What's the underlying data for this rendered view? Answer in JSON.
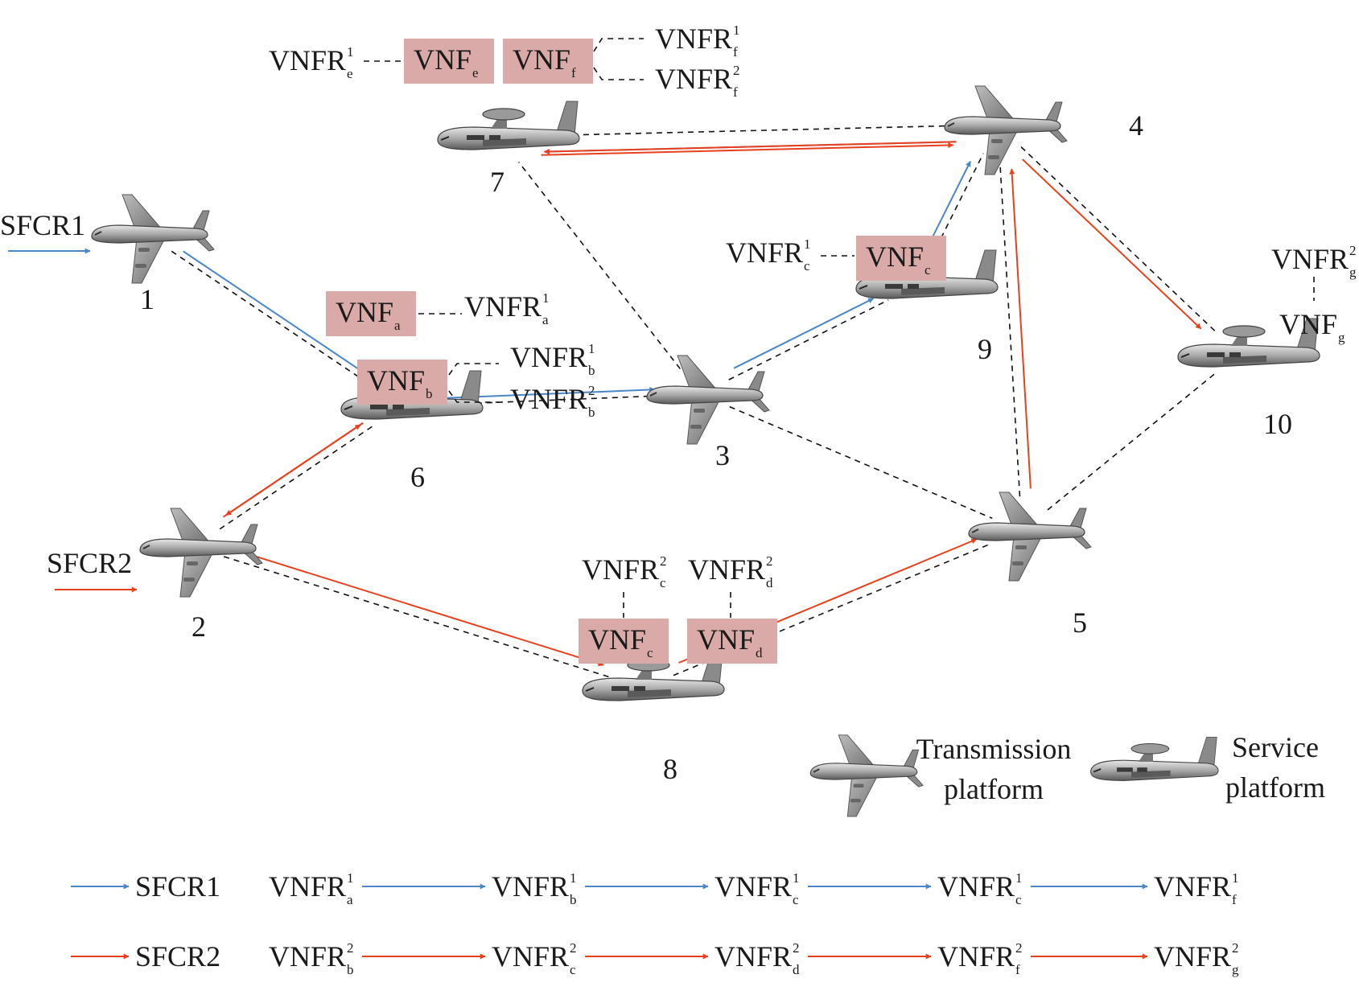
{
  "colors": {
    "sfcr1": "#4a86c8",
    "sfcr2": "#e8401c",
    "vnf_box": "#d9aaa8",
    "link": "#111111"
  },
  "icons": {
    "transmission": "transmission-aircraft-icon",
    "service": "service-aircraft-awacs-icon"
  },
  "nodes": [
    {
      "id": "1",
      "kind": "transmission"
    },
    {
      "id": "2",
      "kind": "transmission"
    },
    {
      "id": "3",
      "kind": "transmission"
    },
    {
      "id": "4",
      "kind": "transmission"
    },
    {
      "id": "5",
      "kind": "transmission"
    },
    {
      "id": "6",
      "kind": "service"
    },
    {
      "id": "7",
      "kind": "service"
    },
    {
      "id": "8",
      "kind": "service"
    },
    {
      "id": "9",
      "kind": "service"
    },
    {
      "id": "10",
      "kind": "service"
    }
  ],
  "inputs": [
    {
      "label": "SFCR1",
      "chain": "sfcr1",
      "to": "1"
    },
    {
      "label": "SFCR2",
      "chain": "sfcr2",
      "to": "2"
    }
  ],
  "links": [
    [
      "1",
      "6"
    ],
    [
      "2",
      "6"
    ],
    [
      "2",
      "8"
    ],
    [
      "6",
      "3"
    ],
    [
      "3",
      "7"
    ],
    [
      "3",
      "9"
    ],
    [
      "3",
      "5"
    ],
    [
      "7",
      "4"
    ],
    [
      "9",
      "4"
    ],
    [
      "4",
      "5"
    ],
    [
      "4",
      "10"
    ],
    [
      "10",
      "5"
    ],
    [
      "8",
      "5"
    ]
  ],
  "chains": {
    "sfcr1": [
      [
        "1",
        "6"
      ],
      [
        "6",
        "3"
      ],
      [
        "3",
        "9"
      ],
      [
        "9",
        "4"
      ],
      [
        "4",
        "7"
      ]
    ],
    "sfcr2": [
      [
        "2",
        "6"
      ],
      [
        "6",
        "2"
      ],
      [
        "2",
        "8"
      ],
      [
        "8",
        "5"
      ],
      [
        "5",
        "4"
      ],
      [
        "7",
        "4"
      ],
      [
        "4",
        "7"
      ],
      [
        "4",
        "10"
      ]
    ]
  },
  "vnfs": [
    {
      "name": "VNF",
      "sub": "e",
      "node": "7",
      "requests": [
        {
          "name": "VNFR",
          "sup": "1",
          "sub": "e"
        }
      ]
    },
    {
      "name": "VNF",
      "sub": "f",
      "node": "7",
      "requests": [
        {
          "name": "VNFR",
          "sup": "1",
          "sub": "f"
        },
        {
          "name": "VNFR",
          "sup": "2",
          "sub": "f"
        }
      ]
    },
    {
      "name": "VNF",
      "sub": "a",
      "node": "6",
      "requests": [
        {
          "name": "VNFR",
          "sup": "1",
          "sub": "a"
        }
      ]
    },
    {
      "name": "VNF",
      "sub": "b",
      "node": "6",
      "requests": [
        {
          "name": "VNFR",
          "sup": "1",
          "sub": "b"
        },
        {
          "name": "VNFR",
          "sup": "2",
          "sub": "b"
        }
      ]
    },
    {
      "name": "VNF",
      "sub": "c",
      "node": "9",
      "requests": [
        {
          "name": "VNFR",
          "sup": "1",
          "sub": "c"
        }
      ]
    },
    {
      "name": "VNF",
      "sub": "c",
      "node": "8",
      "requests": [
        {
          "name": "VNFR",
          "sup": "2",
          "sub": "c"
        }
      ]
    },
    {
      "name": "VNF",
      "sub": "d",
      "node": "8",
      "requests": [
        {
          "name": "VNFR",
          "sup": "2",
          "sub": "d"
        }
      ]
    },
    {
      "name": "VNF",
      "sub": "g",
      "node": "10",
      "requests": [
        {
          "name": "VNFR",
          "sup": "2",
          "sub": "g"
        }
      ]
    }
  ],
  "legend": {
    "transmission": "Transmission platform",
    "service": "Service platform"
  },
  "sequences": [
    {
      "label": "SFCR1",
      "chain": "sfcr1",
      "steps": [
        {
          "name": "VNFR",
          "sup": "1",
          "sub": "a"
        },
        {
          "name": "VNFR",
          "sup": "1",
          "sub": "b"
        },
        {
          "name": "VNFR",
          "sup": "1",
          "sub": "c"
        },
        {
          "name": "VNFR",
          "sup": "1",
          "sub": "c"
        },
        {
          "name": "VNFR",
          "sup": "1",
          "sub": "f"
        }
      ]
    },
    {
      "label": "SFCR2",
      "chain": "sfcr2",
      "steps": [
        {
          "name": "VNFR",
          "sup": "2",
          "sub": "b"
        },
        {
          "name": "VNFR",
          "sup": "2",
          "sub": "c"
        },
        {
          "name": "VNFR",
          "sup": "2",
          "sub": "d"
        },
        {
          "name": "VNFR",
          "sup": "2",
          "sub": "f"
        },
        {
          "name": "VNFR",
          "sup": "2",
          "sub": "g"
        }
      ]
    }
  ]
}
